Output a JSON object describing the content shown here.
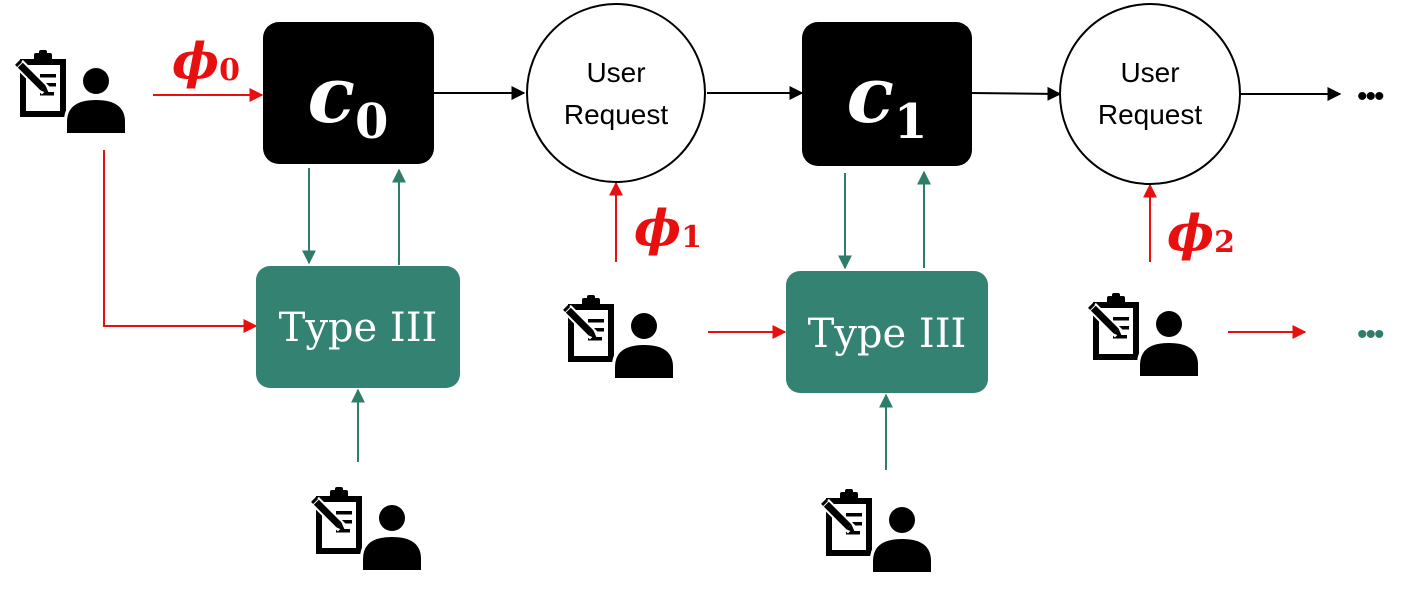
{
  "colors": {
    "black_box": "#000000",
    "teal_box": "#348272",
    "red_arrow": "#e8100f",
    "teal_arrow": "#2e7d6a",
    "black_arrow": "#000000"
  },
  "icons": {
    "user_annotator": "user-with-clipboard-icon"
  },
  "nodes": {
    "c0": {
      "symbol": "c",
      "subscript": "0"
    },
    "c1": {
      "symbol": "c",
      "subscript": "1"
    },
    "request0": {
      "line1": "User",
      "line2": "Request"
    },
    "request1": {
      "line1": "User",
      "line2": "Request"
    },
    "type3_0": {
      "label": "Type III"
    },
    "type3_1": {
      "label": "Type III"
    }
  },
  "edge_labels": {
    "phi0": {
      "symbol": "ϕ",
      "subscript": "0"
    },
    "phi1": {
      "symbol": "ϕ",
      "subscript": "1"
    },
    "phi2": {
      "symbol": "ϕ",
      "subscript": "2"
    }
  },
  "continuation": {
    "top": "•••",
    "bottom": "•••"
  }
}
